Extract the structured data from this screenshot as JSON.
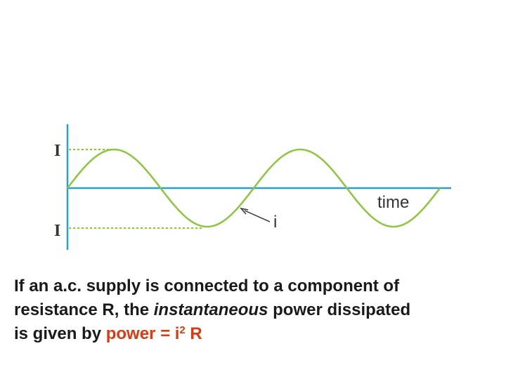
{
  "diagram": {
    "peak_label_top": "I",
    "peak_label_bottom": "I",
    "axis_label": "time",
    "curve_label": "i",
    "colors": {
      "curve": "#8cc63f",
      "axis": "#2a9fd6",
      "dotted": "#8cc63f",
      "text": "#333333"
    }
  },
  "caption": {
    "line1": "If an a.c. supply is connected to a component of",
    "line2_a": "resistance R, the ",
    "line2_em": "instantaneous",
    "line2_b": " power dissipated",
    "line3_a": "is given by ",
    "formula_a": "power = i",
    "formula_sup": "2",
    "formula_b": " R",
    "formula_color": "#d93b12"
  }
}
